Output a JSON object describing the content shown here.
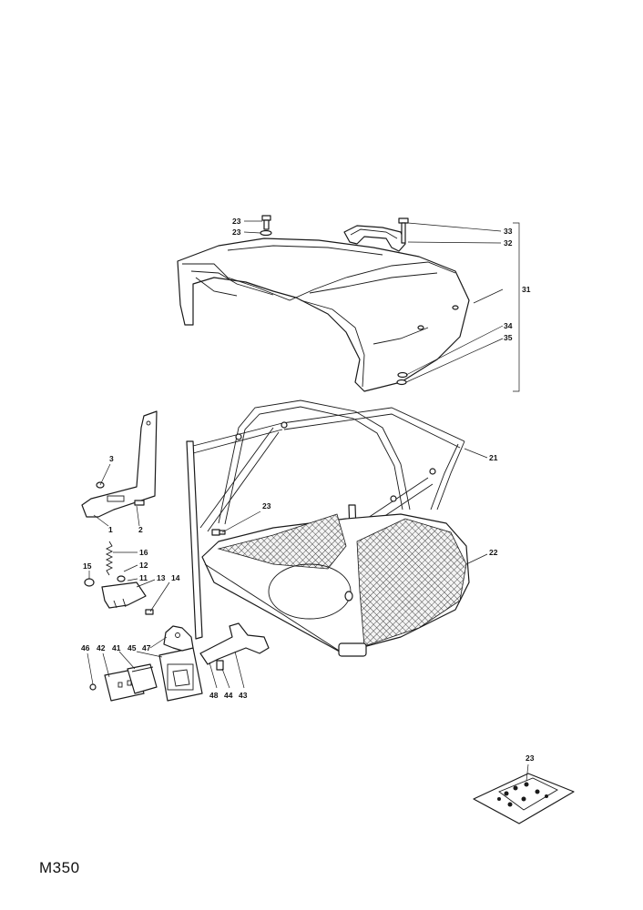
{
  "document": {
    "code": "M350"
  },
  "callouts": {
    "c1": "1",
    "c2": "2",
    "c3": "3",
    "c11": "11",
    "c12": "12",
    "c13": "13",
    "c14": "14",
    "c15": "15",
    "c16": "16",
    "c21": "21",
    "c22": "22",
    "c23a": "23",
    "c23b": "23",
    "c23c": "23",
    "c23d": "23",
    "c31": "31",
    "c32": "32",
    "c33": "33",
    "c34": "34",
    "c35": "35",
    "c41": "41",
    "c42": "42",
    "c43": "43",
    "c44": "44",
    "c45": "45",
    "c46": "46",
    "c47": "47",
    "c48": "48"
  }
}
